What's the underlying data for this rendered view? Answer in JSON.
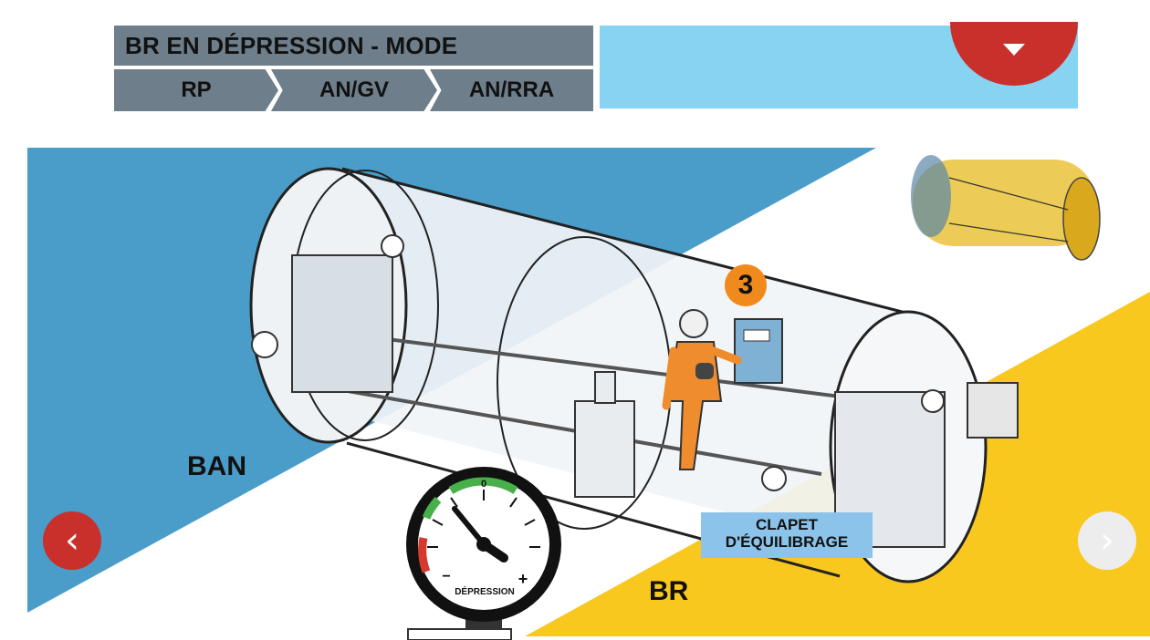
{
  "header": {
    "title": "BR EN DÉPRESSION - MODE ÉCLUSAGE",
    "tabs": [
      {
        "label": "RP"
      },
      {
        "label": "AN/GV"
      },
      {
        "label": "AN/RRA"
      }
    ]
  },
  "scene": {
    "zone_left": "BAN",
    "zone_right": "BR",
    "step_number": "3",
    "valve_label_line1": "CLAPET",
    "valve_label_line2": "D'ÉQUILIBRAGE",
    "gauge": {
      "label": "DÉPRESSION",
      "zero": "0",
      "minus": "−",
      "plus": "+"
    }
  },
  "nav": {
    "prev_icon": "‹",
    "next_icon": "›"
  },
  "colors": {
    "accent_red": "#c9302c",
    "panel_blue": "#87d3f2",
    "zone_blue": "#4a9dc9",
    "zone_yellow": "#f9c81e",
    "tab_grey": "#6e7e8a",
    "badge_orange": "#f08a1c"
  }
}
